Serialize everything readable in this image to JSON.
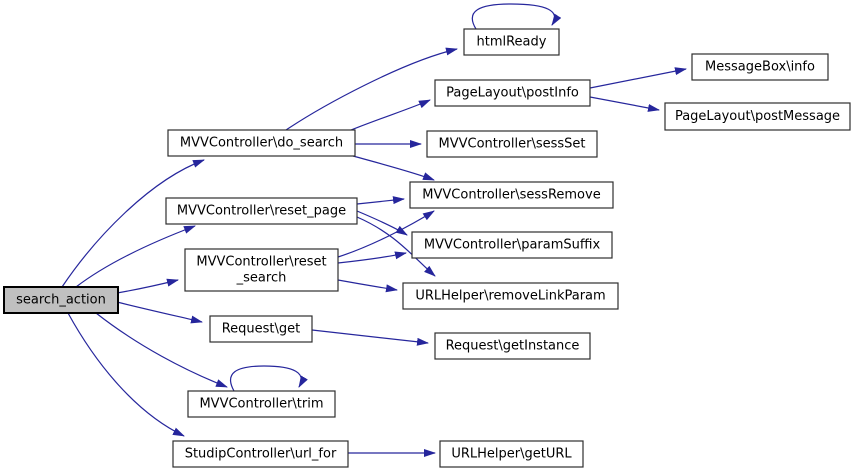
{
  "diagram": {
    "type": "call-graph",
    "root_function": "search_action",
    "colors": {
      "background": "#ffffff",
      "edge": "#26269c",
      "node_fill": "#ffffff",
      "node_border": "#2e2e2e",
      "highlight_fill": "#c0c0c0",
      "highlight_border": "#000000",
      "text": "#000000"
    }
  },
  "nodes": [
    {
      "id": "search_action",
      "label": "search_action",
      "highlighted": true
    },
    {
      "id": "do_search",
      "label": "MVVController\\do_search"
    },
    {
      "id": "reset_page",
      "label": "MVVController\\reset_page"
    },
    {
      "id": "reset_search",
      "label": "MVVController\\reset _search",
      "lines": [
        "MVVController\\reset",
        "_search"
      ]
    },
    {
      "id": "request_get",
      "label": "Request\\get"
    },
    {
      "id": "trim",
      "label": "MVVController\\trim"
    },
    {
      "id": "url_for",
      "label": "StudipController\\url_for"
    },
    {
      "id": "htmlReady",
      "label": "htmlReady"
    },
    {
      "id": "postInfo",
      "label": "PageLayout\\postInfo"
    },
    {
      "id": "sessSet",
      "label": "MVVController\\sessSet"
    },
    {
      "id": "sessRemove",
      "label": "MVVController\\sessRemove"
    },
    {
      "id": "paramSuffix",
      "label": "MVVController\\paramSuffix"
    },
    {
      "id": "removeLinkParam",
      "label": "URLHelper\\removeLinkParam"
    },
    {
      "id": "getInstance",
      "label": "Request\\getInstance"
    },
    {
      "id": "messagebox_info",
      "label": "MessageBox\\info"
    },
    {
      "id": "postMessage",
      "label": "PageLayout\\postMessage"
    },
    {
      "id": "getURL",
      "label": "URLHelper\\getURL"
    }
  ],
  "edges": [
    {
      "from": "search_action",
      "to": "do_search"
    },
    {
      "from": "search_action",
      "to": "reset_page"
    },
    {
      "from": "search_action",
      "to": "reset_search"
    },
    {
      "from": "search_action",
      "to": "request_get"
    },
    {
      "from": "search_action",
      "to": "trim"
    },
    {
      "from": "search_action",
      "to": "url_for"
    },
    {
      "from": "do_search",
      "to": "htmlReady"
    },
    {
      "from": "do_search",
      "to": "postInfo"
    },
    {
      "from": "do_search",
      "to": "sessSet"
    },
    {
      "from": "do_search",
      "to": "sessRemove"
    },
    {
      "from": "postInfo",
      "to": "messagebox_info"
    },
    {
      "from": "postInfo",
      "to": "postMessage"
    },
    {
      "from": "reset_page",
      "to": "sessRemove"
    },
    {
      "from": "reset_page",
      "to": "paramSuffix"
    },
    {
      "from": "reset_page",
      "to": "removeLinkParam"
    },
    {
      "from": "reset_search",
      "to": "sessRemove"
    },
    {
      "from": "reset_search",
      "to": "paramSuffix"
    },
    {
      "from": "reset_search",
      "to": "removeLinkParam"
    },
    {
      "from": "request_get",
      "to": "getInstance"
    },
    {
      "from": "url_for",
      "to": "getURL"
    },
    {
      "from": "htmlReady",
      "to": "htmlReady"
    },
    {
      "from": "trim",
      "to": "trim"
    }
  ]
}
